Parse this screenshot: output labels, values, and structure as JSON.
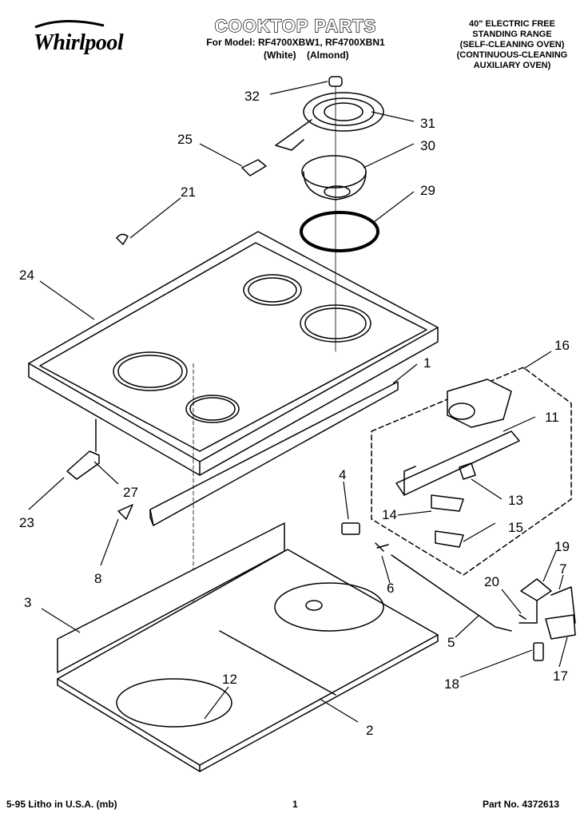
{
  "header": {
    "brand": "Whirlpool",
    "title": "COOKTOP PARTS",
    "model_line": "For Model: RF4700XBW1, RF4700XBN1",
    "color_line": "(White) (Almond)",
    "description": [
      "40\" ELECTRIC FREE",
      "STANDING RANGE",
      "(SELF-CLEANING OVEN)",
      "(CONTINUOUS-CLEANING",
      "AUXILIARY OVEN)"
    ]
  },
  "callouts": [
    "32",
    "31",
    "25",
    "30",
    "21",
    "29",
    "24",
    "16",
    "1",
    "11",
    "27",
    "23",
    "4",
    "13",
    "14",
    "15",
    "8",
    "19",
    "3",
    "20",
    "7",
    "6",
    "5",
    "12",
    "18",
    "17",
    "2"
  ],
  "footer": {
    "litho": "5-95 Litho in U.S.A. (mb)",
    "page": "1",
    "part_no": "Part No. 4372613"
  }
}
